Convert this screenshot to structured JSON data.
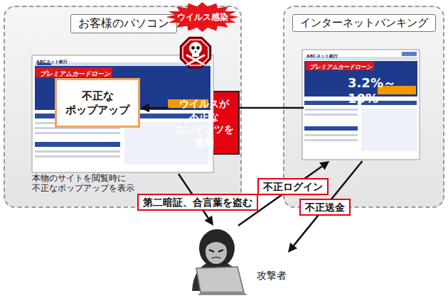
{
  "diagram": {
    "nodes": [
      {
        "text": [
          "お客様のパソコン"
        ]
      },
      {
        "text": [
          "ABCネット銀行",
          "プレミアムカードローン"
        ],
        "in": 0
      },
      {
        "text": [
          "不正な ポップアップ"
        ],
        "in": 1
      },
      {
        "text": [
          "インターネットバンキング"
        ]
      },
      {
        "text": [
          "ABCネット銀行",
          "プレミアムカードローン",
          "3.2%～10%"
        ],
        "in": 3
      },
      {
        "text": [
          "ウイルスが 不正な コンテンツを 追加"
        ],
        "in": 0
      },
      {
        "text": [
          "ウイルス感染"
        ]
      },
      {
        "text": [
          "攻撃者"
        ]
      }
    ],
    "edges": [
      {
        "from": 4,
        "to": 5,
        "arrow": "none"
      },
      {
        "from": 5,
        "to": 2,
        "arrow": "to"
      },
      {
        "from": 1,
        "to": 7,
        "label": "第二暗証、合言葉を盗む",
        "arrow": "to"
      },
      {
        "from": 7,
        "to": 4,
        "label": "不正ログイン",
        "arrow": "to"
      },
      {
        "from": 4,
        "to": 7,
        "label": "不正送金",
        "arrow": "to"
      }
    ],
    "labels": [
      "本物のサイトを閲覧時に 不正なポップアップを表示"
    ]
  }
}
